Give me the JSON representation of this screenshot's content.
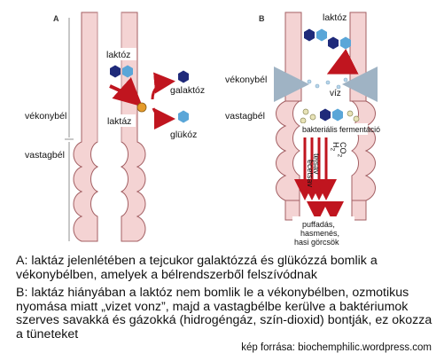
{
  "panel_a": {
    "tag": "A",
    "lactose_label": "laktóz",
    "enzyme_label": "laktáz",
    "galactose_label": "galaktóz",
    "glucose_label": "glükóz",
    "small_intestine_label": "vékonybél",
    "large_intestine_label": "vastagbél"
  },
  "panel_b": {
    "tag": "B",
    "lactose_label": "laktóz",
    "small_intestine_label": "vékonybél",
    "water_label": "víz",
    "large_intestine_label": "vastagbél",
    "fermentation_label": "bakteriális fermentáció",
    "h2_label": "H",
    "h2_sub": "2",
    "co2_label": "CO",
    "co2_sub": "2",
    "lactic_acid_label": "tejsav",
    "acetic_acid_label": "ecetsav",
    "symptoms": [
      "puffadás,",
      "hasmenés,",
      "hasi görcsök"
    ]
  },
  "caption_a": "A: laktáz jelenlétében a tejcukor galaktózzá és glükózzá bomlik a vékonybélben, amelyek a bélrendszerből felszívódnak",
  "caption_b": "B: laktáz hiányában a laktóz nem bomlik le a vékonybélben, ozmotikus nyomása miatt „vizet vonz”, majd a vastagbélbe kerülve a baktériumok szerves savakká és gázokká (hidrogéngáz, szín-dioxid) bontják, ez okozza a tüneteket",
  "credit": "kép forrása: biochemphilic.wordpress.com",
  "colors": {
    "wall": "#f4d3d3",
    "wall_edge": "#a35f63",
    "arrow": "#c0151f",
    "galactose": "#1f2a7a",
    "glucose": "#5aa6d8",
    "enzyme": "#e59b2b",
    "bacteria": "#e8e3b8"
  }
}
